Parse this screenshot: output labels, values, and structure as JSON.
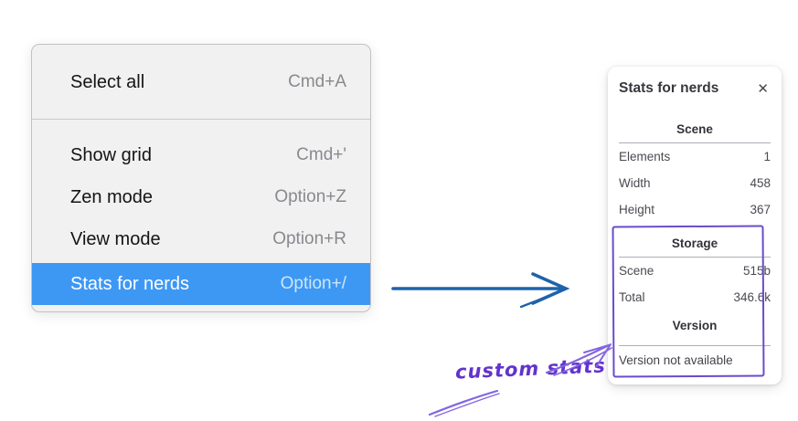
{
  "context_menu": {
    "items": [
      {
        "label": "Select all",
        "shortcut": "Cmd+A"
      },
      {
        "label": "Show grid",
        "shortcut": "Cmd+'"
      },
      {
        "label": "Zen mode",
        "shortcut": "Option+Z"
      },
      {
        "label": "View mode",
        "shortcut": "Option+R"
      },
      {
        "label": "Stats for nerds",
        "shortcut": "Option+/"
      }
    ],
    "highlighted_item": "Stats for nerds",
    "highlight_color": "#3d98f4"
  },
  "stats_panel": {
    "title": "Stats for nerds",
    "close_icon": "✕",
    "sections": [
      {
        "heading": "Scene",
        "rows": [
          {
            "label": "Elements",
            "value": "1"
          },
          {
            "label": "Width",
            "value": "458"
          },
          {
            "label": "Height",
            "value": "367"
          }
        ]
      },
      {
        "heading": "Storage",
        "rows": [
          {
            "label": "Scene",
            "value": "515b"
          },
          {
            "label": "Total",
            "value": "346.6k"
          }
        ]
      },
      {
        "heading": "Version",
        "note": "Version not available"
      }
    ]
  },
  "annotation": {
    "label": "custom stats",
    "text_color": "#6233cd",
    "box_color": "#6a4ccb",
    "arrow_color": "#8465e0"
  },
  "flow_arrow_color": "#1e63ab"
}
